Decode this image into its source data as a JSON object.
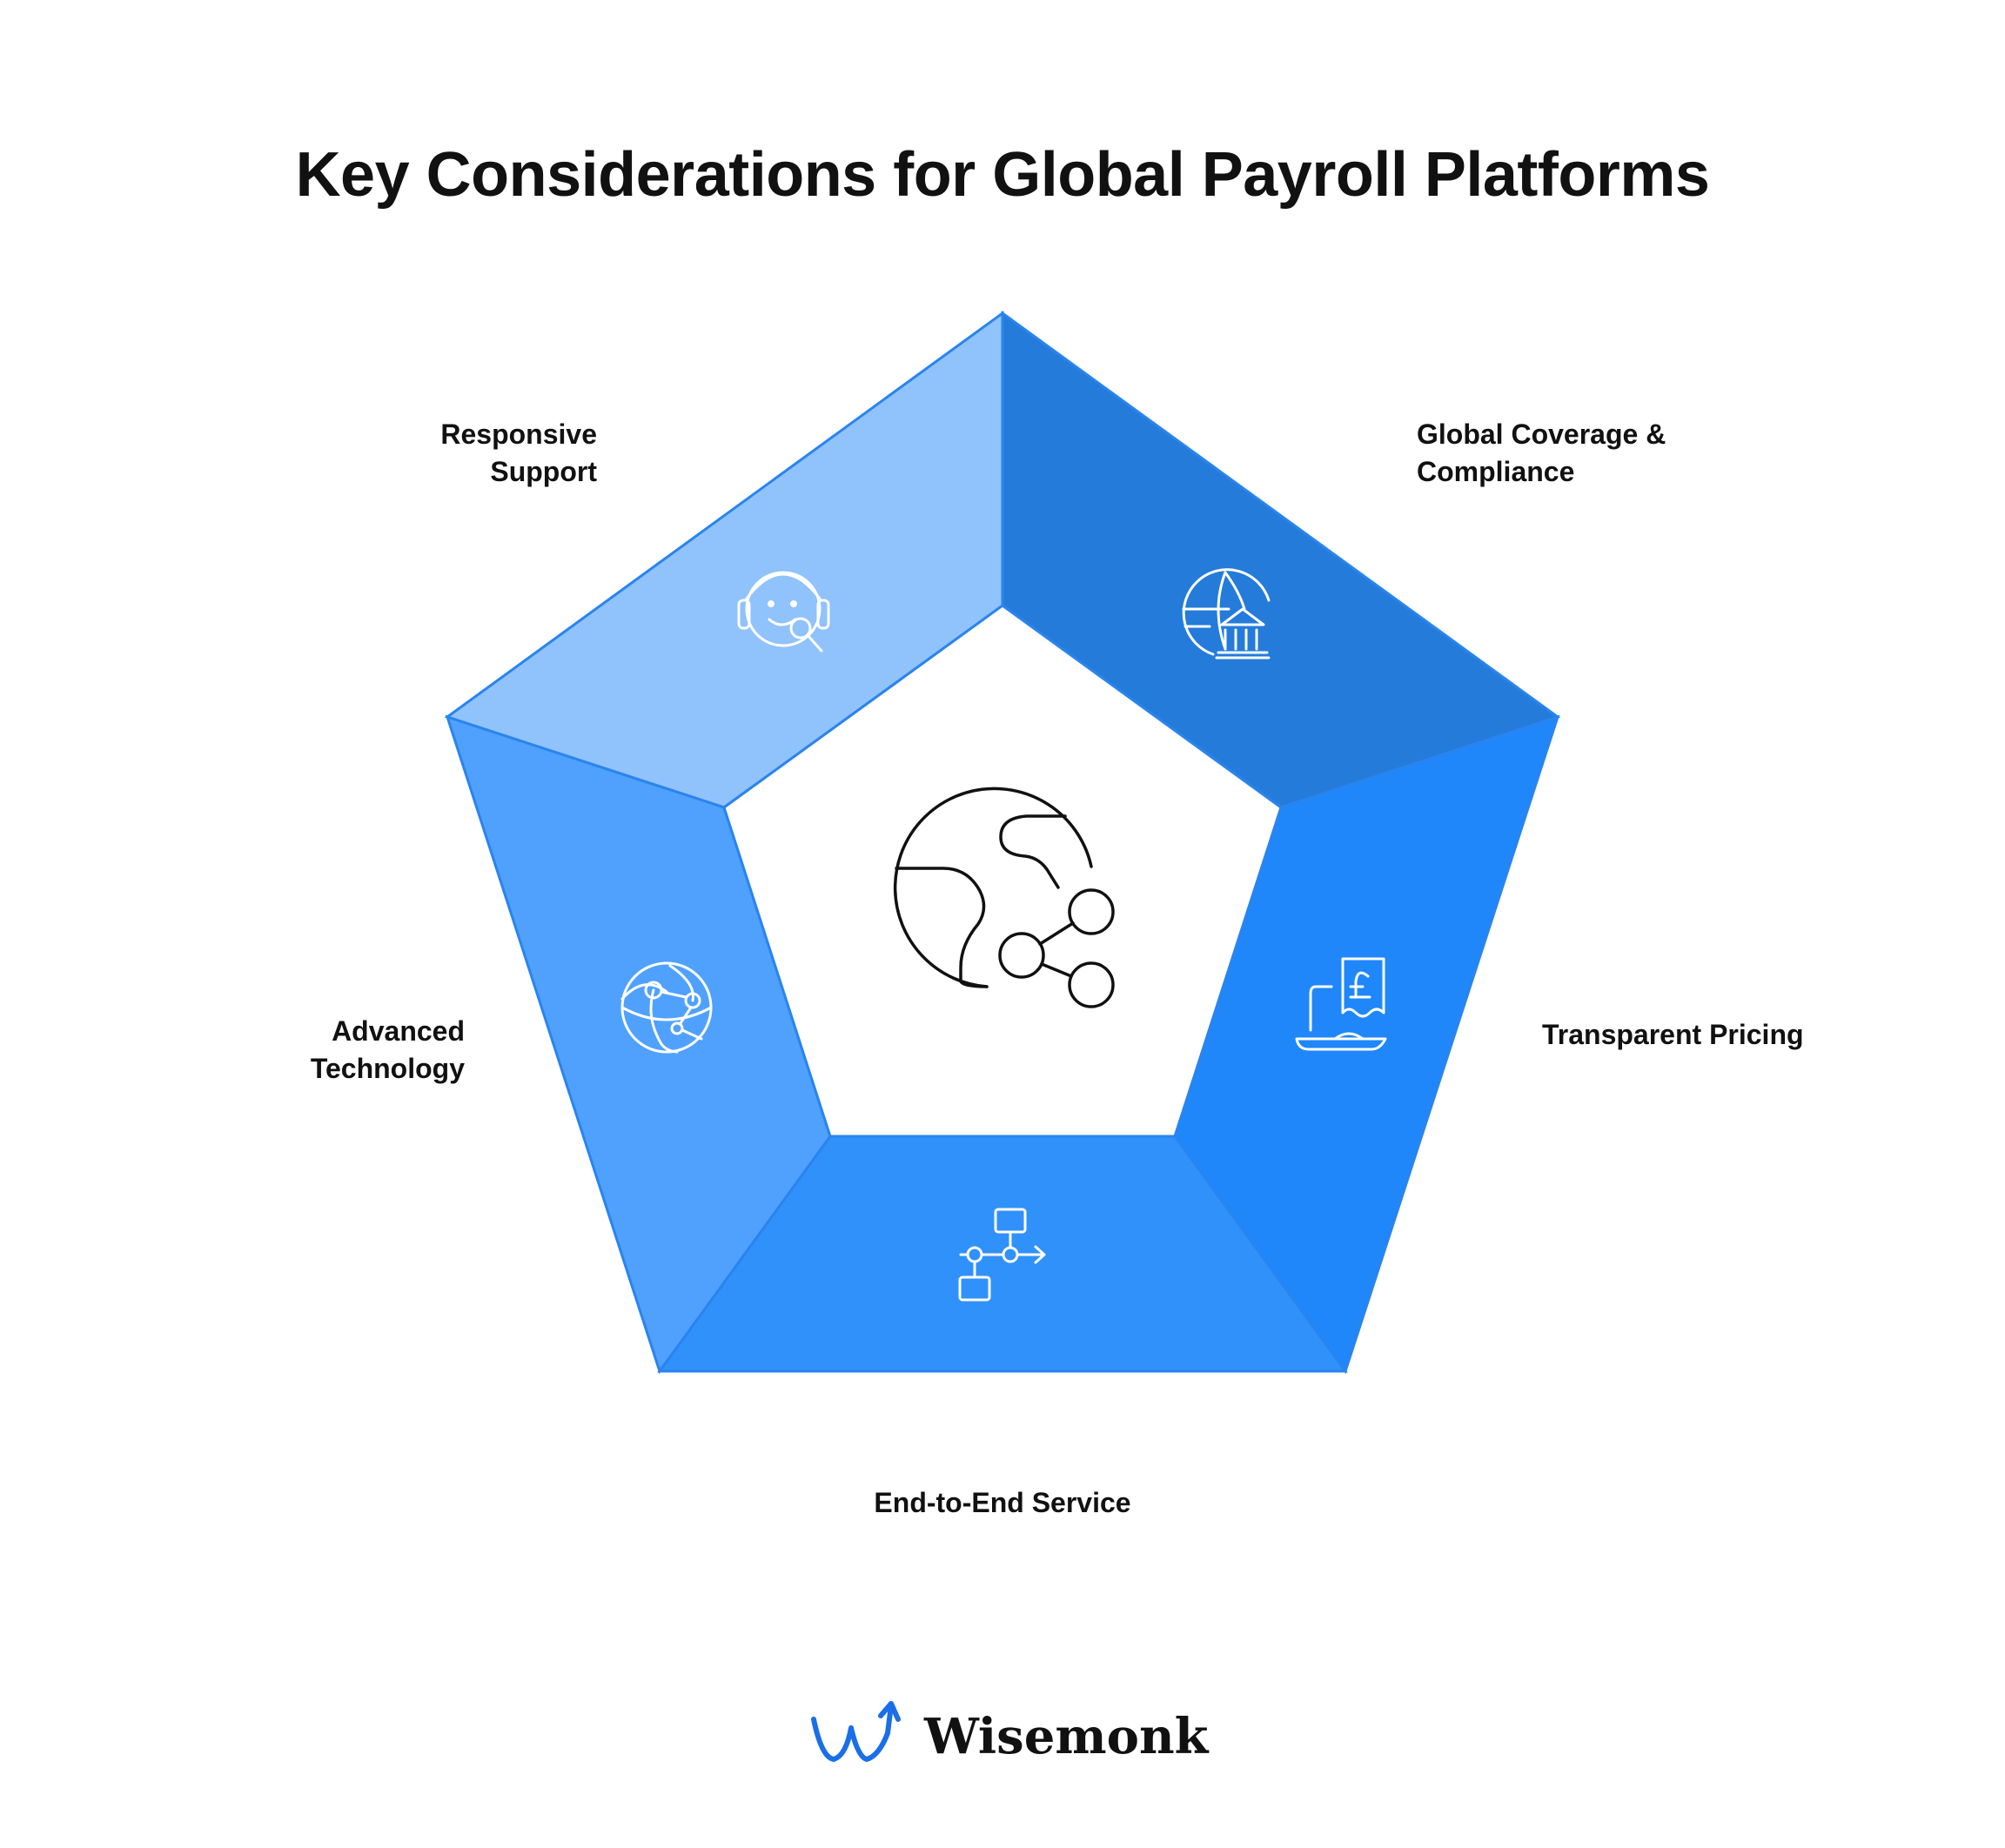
{
  "title": "Key Considerations for Global Payroll Platforms",
  "segments": [
    {
      "id": "responsive-support",
      "lines": [
        "Responsive",
        "Support"
      ],
      "icon": "headset-support-icon",
      "color": "#90C2FC"
    },
    {
      "id": "global-coverage",
      "lines": [
        "Global Coverage &",
        "Compliance"
      ],
      "icon": "globe-bank-icon",
      "color": "#247BDA"
    },
    {
      "id": "transparent-pricing",
      "lines": [
        "Transparent Pricing"
      ],
      "icon": "pound-receipt-icon",
      "color": "#1F87FA"
    },
    {
      "id": "end-to-end-service",
      "lines": [
        "End-to-End Service"
      ],
      "icon": "process-flow-icon",
      "color": "#3191FA"
    },
    {
      "id": "advanced-technology",
      "lines": [
        "Advanced",
        "Technology"
      ],
      "icon": "network-globe-icon",
      "color": "#4FA1FD"
    }
  ],
  "center_icon": "globe-share-icon",
  "brand": {
    "name": "Wisemonk",
    "logo": "wisemonk-logo-icon",
    "logo_color": "#1A6FE8"
  }
}
